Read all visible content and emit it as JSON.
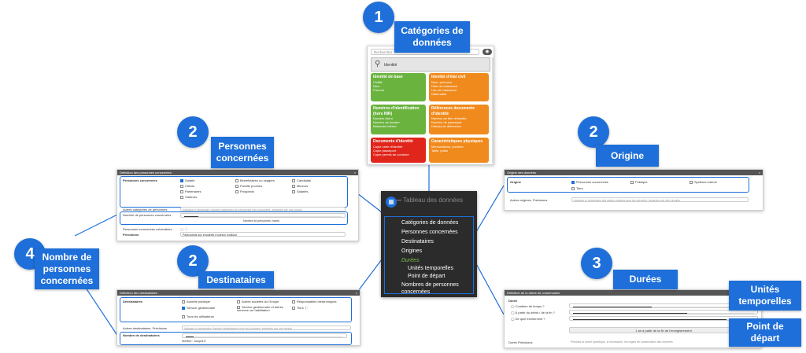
{
  "markers": {
    "m1": "1",
    "m2a": "2",
    "m2b": "2",
    "m2c": "2",
    "m3": "3",
    "m4": "4"
  },
  "labels": {
    "categories": "Catégories de données",
    "personnes": "Personnes concernées",
    "origine": "Origine",
    "destinataires": "Destinataires",
    "durees": "Durées",
    "nombre": "Nombre de personnes concernées",
    "unites": "Unités temporelles",
    "point": "Point de départ"
  },
  "menu": {
    "title": "Tableau des données",
    "items": [
      "Catégories de données",
      "Personnes concernées",
      "Destinataires",
      "Origines"
    ],
    "active": "Durées",
    "sub": [
      "Unités temporelles",
      "Point de départ"
    ],
    "last": "Nombres de personnes concernées"
  },
  "categories_window": {
    "search_placeholder": "Rechercher",
    "group": "Identité",
    "cards": [
      {
        "title": "Identité de base",
        "items": [
          "Civilité",
          "Nom",
          "Prénom"
        ],
        "color": "#6bb33f"
      },
      {
        "title": "Identité d'état civil",
        "items": [
          "Nom, prénoms",
          "Date de naissance",
          "Lieu de naissance",
          "Nationalité"
        ],
        "color": "#f08a1c"
      },
      {
        "title": "Numéros d'identification (hors NIR)",
        "items": [
          "Numéro client",
          "Numéro de dossier",
          "Matricule interne"
        ],
        "color": "#6bb33f"
      },
      {
        "title": "Références documents d'identité",
        "items": [
          "Numéro de titre d'identité",
          "Numéro de passeport",
          "Date(s) de délivrance"
        ],
        "color": "#f08a1c"
      },
      {
        "title": "Documents d'identité",
        "items": [
          "Copie carte d'identité",
          "Copie passeport",
          "Copie permis de conduire"
        ],
        "color": "#e0251b"
      },
      {
        "title": "Caractéristiques physiques",
        "items": [
          "Mensurations, pointure",
          "Taille, poids"
        ],
        "color": "#f08a1c"
      }
    ]
  },
  "personnes_window": {
    "title": "Définition des personnes concernées",
    "close": "×",
    "field_label": "Personnes concernées",
    "options": [
      "Salarié",
      "Bénéficiaires ou usagers",
      "Candidats",
      "Clients",
      "Famille proches",
      "Mineurs",
      "Partenaires",
      "Prospects",
      "Salariés",
      "Visiteurs"
    ],
    "autres_label": "Autres catégories de personnes",
    "autres_placeholder": "Indiquez si nécessaire d'autres catégories de personnes non proposées, séparées par une virgule",
    "nombre_label": "Nombre de personnes concernées",
    "nombre_value": "Nombre de personnes: moins",
    "vulnerables_label": "Personnes concernées vulnérables",
    "precisions_label": "Précisions",
    "precisions_value": "Participants aux enquêtes d'opinion politique"
  },
  "origine_window": {
    "title": "Origine des données",
    "close": "×",
    "field_label": "Origine",
    "options": [
      "Personnes concernées",
      "Publique",
      "Système interne",
      "Tiers"
    ],
    "autres_label": "Autres origines, Précisions",
    "autres_placeholder": "Indiquez si nécessaire des autres origines pour les données, séparées par des virgules"
  },
  "destinataires_window": {
    "title": "Définition des destinataires",
    "close": "×",
    "field_label": "Destinataires",
    "options": [
      "Autorité publique",
      "Autres sociétés du Groupe",
      "Responsables hiérarchiques",
      "Service gestionnaire",
      "Service gestionnaire et autres services sur habilitation",
      "Tiers ⓘ",
      "Tous les utilisateurs"
    ],
    "autres_label": "Autres destinataires, Précisions",
    "autres_placeholder": "Indiquez si nécessaire d'autres destinataires pour les données, séparées par une virgule",
    "nombre_label": "Nombre de destinataires",
    "nombre_value": "Nombre : Jusqu'à 5"
  },
  "durees_window": {
    "title": "Définition de la durée de conservation",
    "close": "×",
    "field_label": "Durée",
    "rows": [
      "Combien de temps ?",
      "À partir du début / de la fin ?",
      "De quel événement ?"
    ],
    "button": "1 an à partir de la fin de l'enregistrement",
    "precisions_label": "Durée Précisions",
    "precisions_placeholder": "Précisez la durée spécifique, si nécessaire, les règles de conservation des données"
  }
}
